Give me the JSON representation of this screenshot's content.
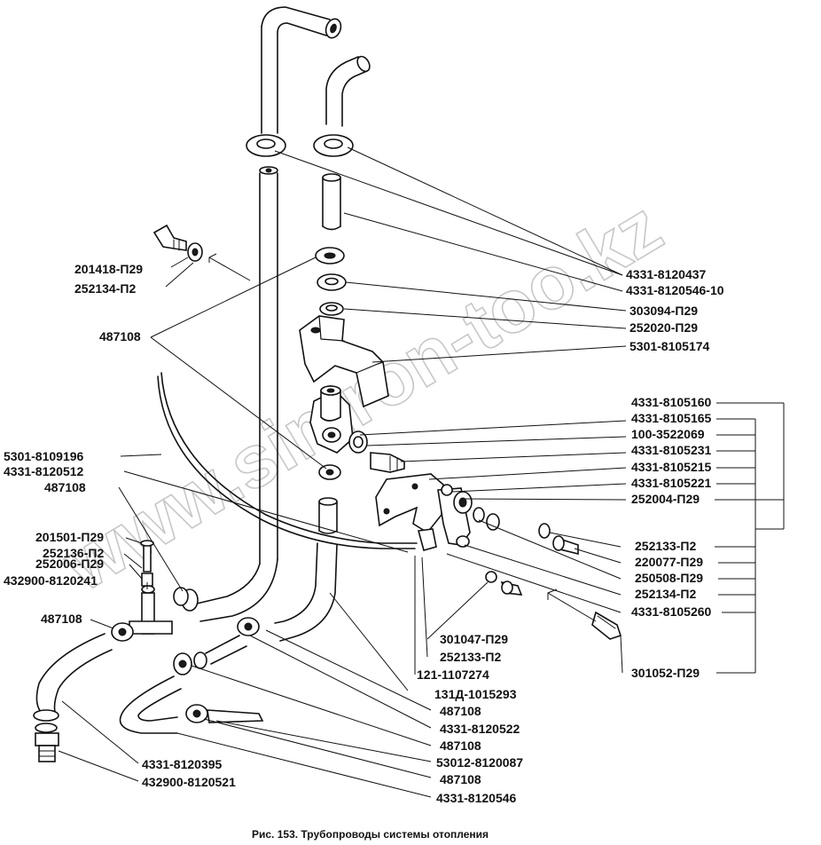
{
  "labels": [
    "201418-П29",
    "252134-П2",
    "487108",
    "4331-8120437",
    "4331-8120546-10",
    "303094-П29",
    "252020-П29",
    "5301-8105174",
    "4331-8105160",
    "4331-8105165",
    "100-3522069",
    "4331-8105231",
    "4331-8105215",
    "4331-8105221",
    "252004-П29",
    "5301-8109196",
    "4331-8120512",
    "487108",
    "201501-П29",
    "252136-П2",
    "252006-П29",
    "432900-8120241",
    "487108",
    "252133-П2",
    "220077-П29",
    "250508-П29",
    "252134-П2",
    "4331-8105260",
    "301047-П29",
    "252133-П2",
    "121-1107274",
    "131Д-1015293",
    "487108",
    "4331-8120522",
    "487108",
    "53012-8120087",
    "487108",
    "4331-8120546",
    "301052-П29",
    "4331-8120395",
    "432900-8120521"
  ],
  "caption": "Рис. 153. Трубопроводы системы отопления",
  "watermark": "www.simron-too.kz"
}
